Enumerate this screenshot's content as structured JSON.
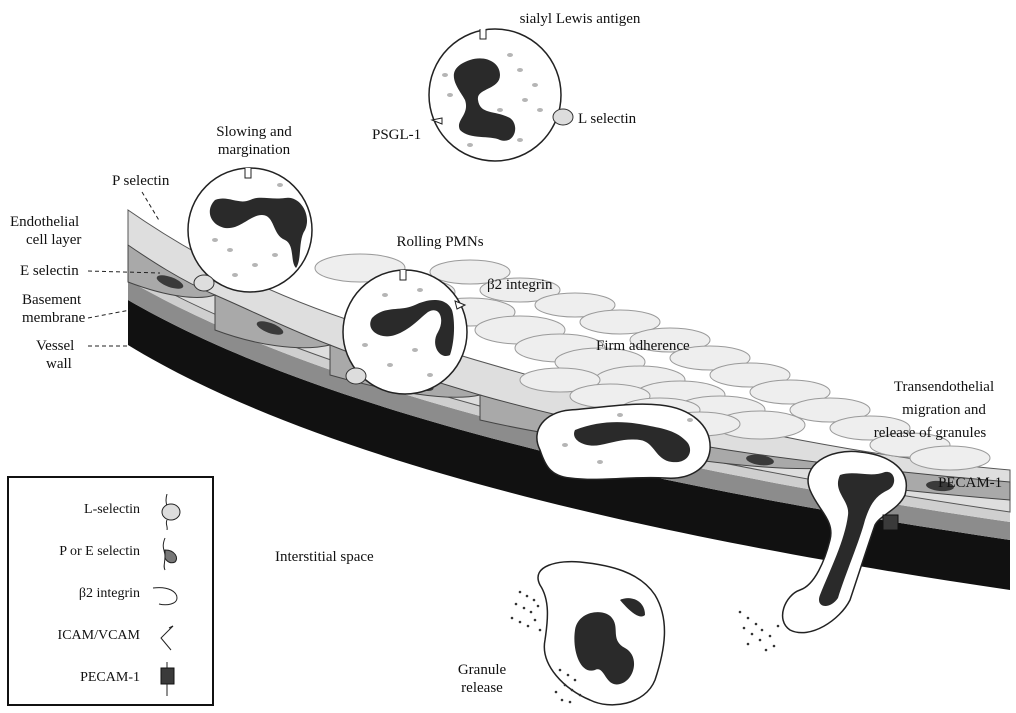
{
  "labels": {
    "sialyl_lewis": "sialyl Lewis antigen",
    "psgl1": "PSGL-1",
    "l_selectin_top": "L selectin",
    "slowing_1": "Slowing and",
    "slowing_2": "margination",
    "p_selectin": "P selectin",
    "endothelial_1": "Endothelial",
    "endothelial_2": "cell layer",
    "e_selectin": "E selectin",
    "basement_1": "Basement",
    "basement_2": "membrane",
    "vessel_1": "Vessel",
    "vessel_2": "wall",
    "rolling": "Rolling PMNs",
    "b2_integrin": "β2 integrin",
    "firm": "Firm adherence",
    "trans_1": "Transendothelial",
    "trans_2": "migration and",
    "trans_3": "release of granules",
    "pecam_right": "PECAM-1",
    "interstitial": "Interstitial space",
    "granule_1": "Granule",
    "granule_2": "release"
  },
  "legend": [
    {
      "label": "L-selectin",
      "icon": "l-selectin-icon"
    },
    {
      "label": "P or E selectin",
      "icon": "p-e-selectin-icon"
    },
    {
      "label": "β2 integrin",
      "icon": "b2-integrin-icon"
    },
    {
      "label": "ICAM/VCAM",
      "icon": "icam-vcam-icon"
    },
    {
      "label": "PECAM-1",
      "icon": "pecam-icon"
    }
  ],
  "colors": {
    "nucleus": "#2a2a2a",
    "vessel_wall": "#111111",
    "basement": "#8c8c8c",
    "endothelium": "#dcdcdc",
    "granule": "#b5b5b5"
  }
}
